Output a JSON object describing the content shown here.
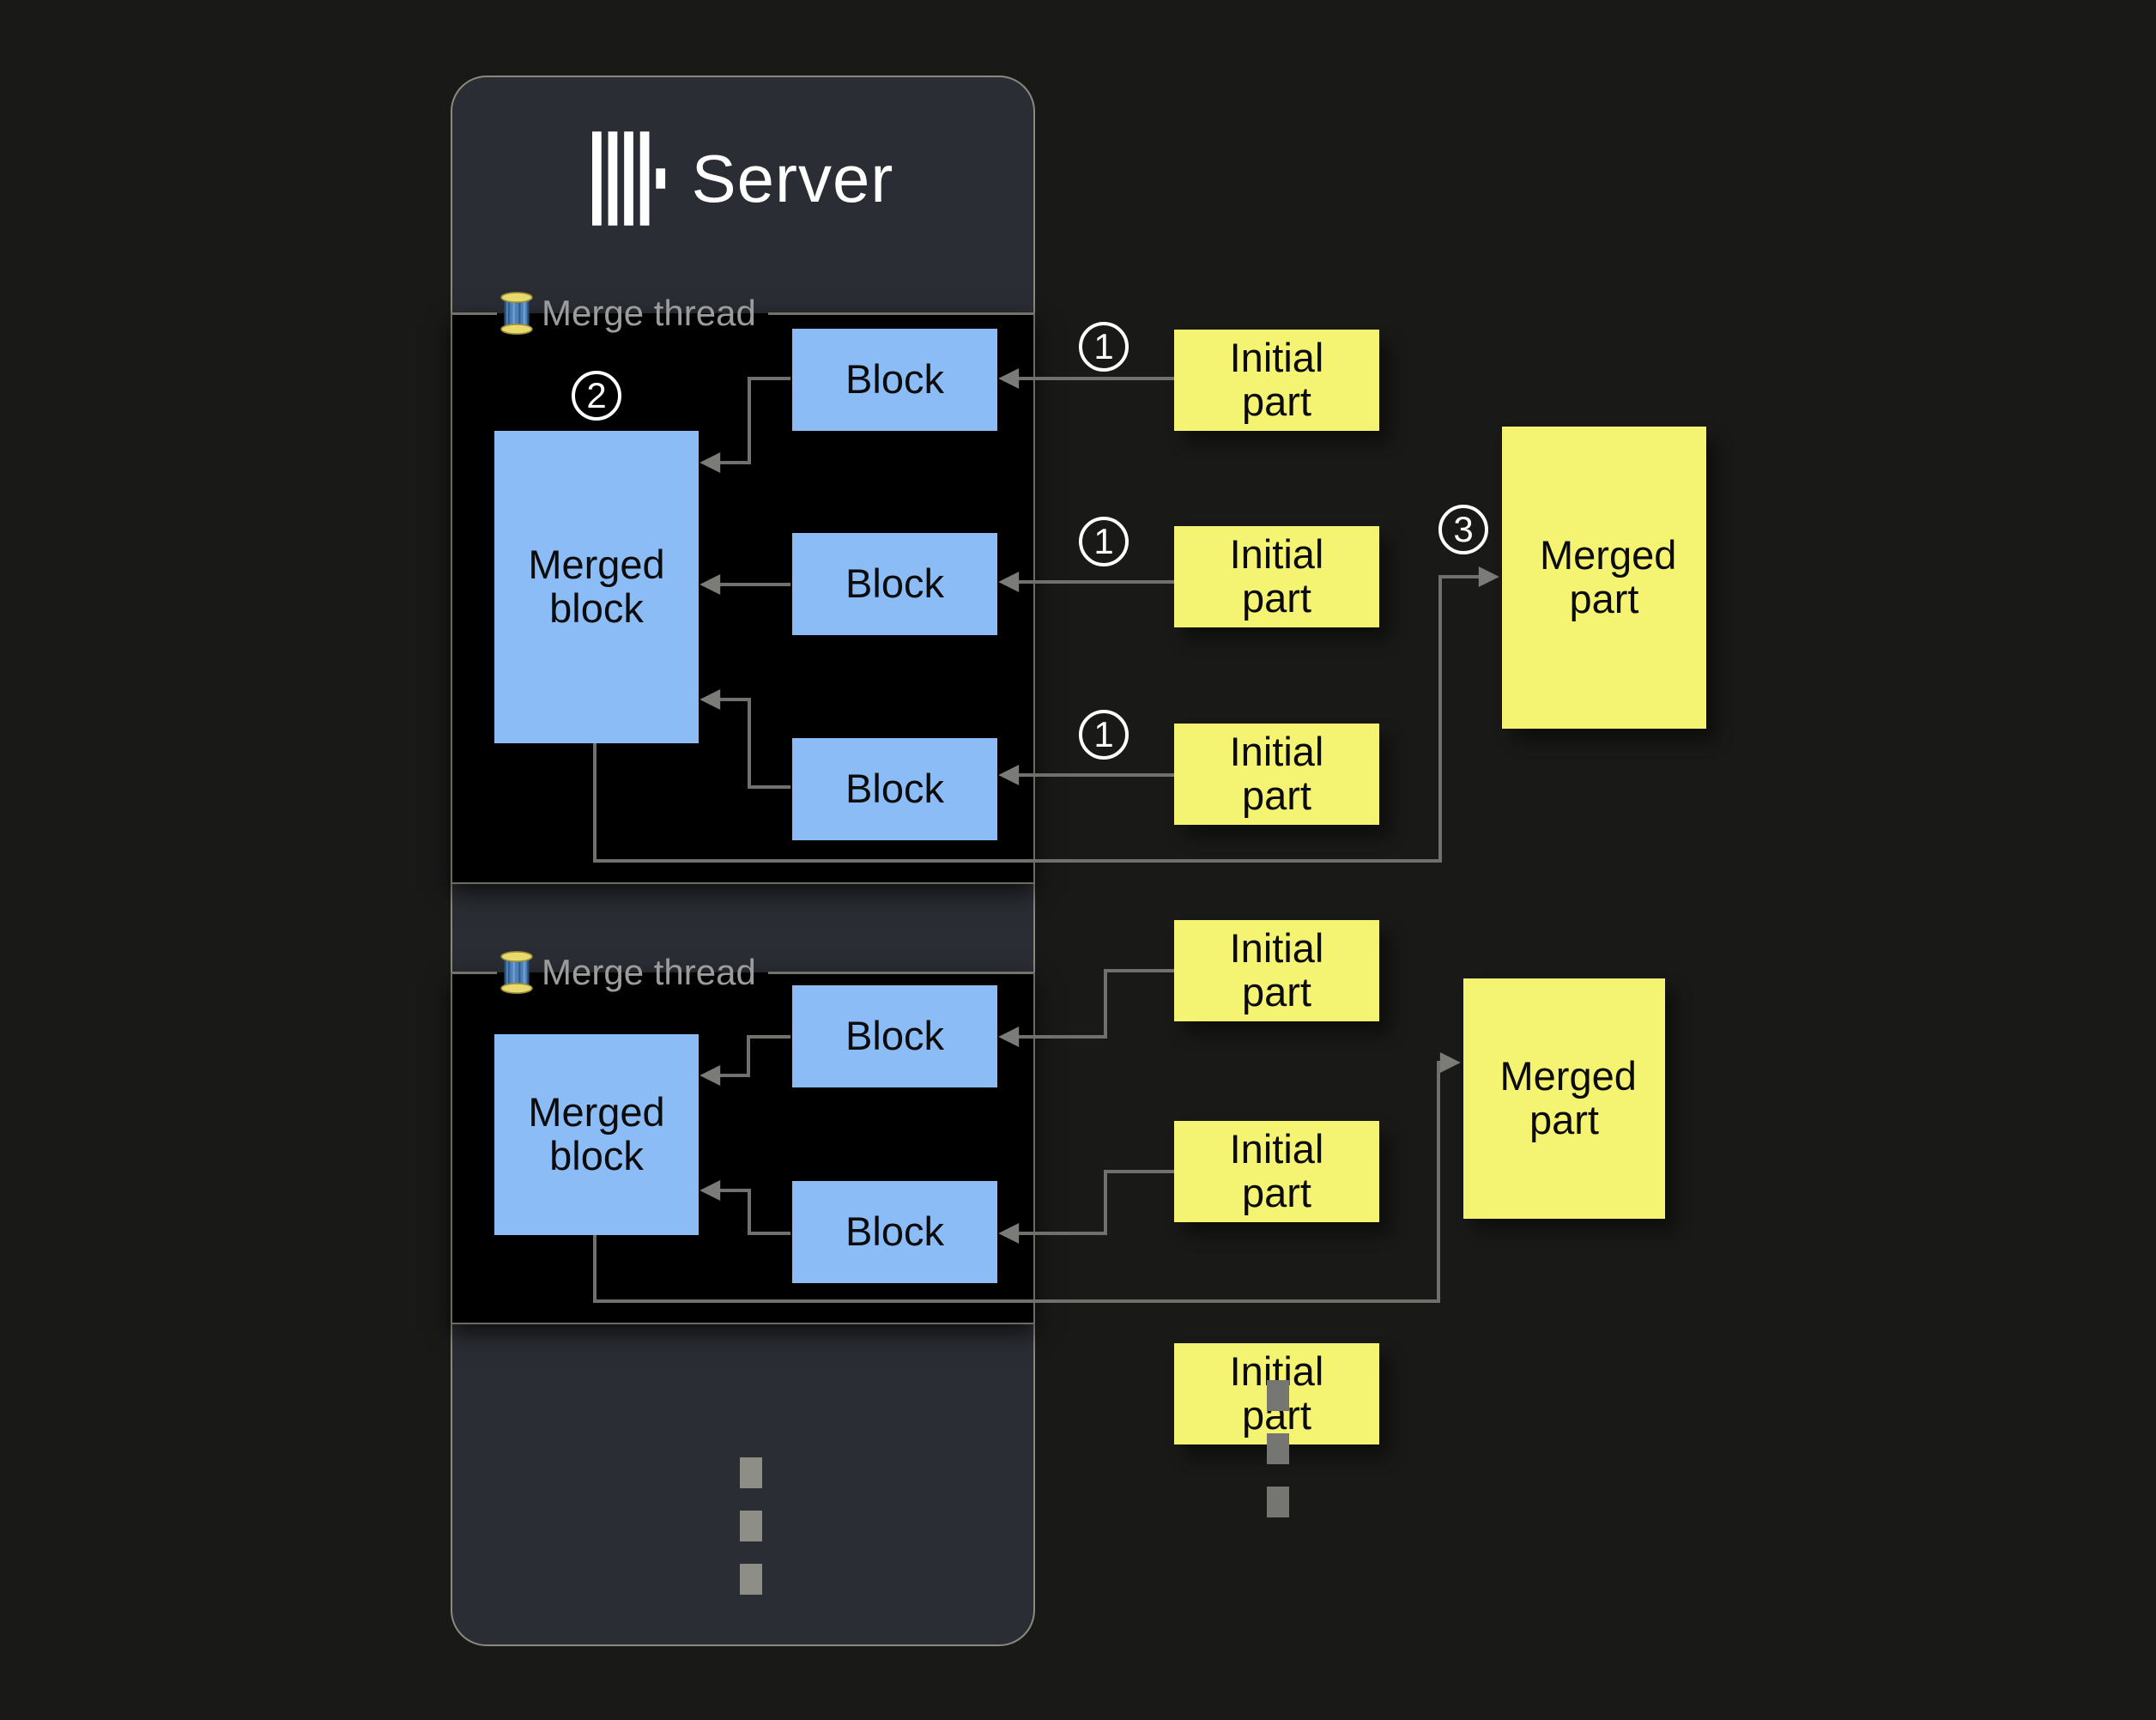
{
  "window": {
    "title": "Server"
  },
  "colors": {
    "bg": "#191918",
    "panel": "#2a2d33",
    "blue": "#8bbcf6",
    "yellow": "#f4f472",
    "line": "#70706c",
    "label_gray": "#9c9c9c"
  },
  "icons": {
    "logo": "clickhouse-bars-logo",
    "thread": "thread-spool-icon"
  },
  "sections": [
    {
      "thread_label": "Merge thread",
      "merged_block": "Merged block",
      "blocks": [
        "Block",
        "Block",
        "Block"
      ],
      "initial_parts": [
        "Initial part",
        "Initial part",
        "Initial part"
      ],
      "merged_part": "Merged part",
      "step_markers": {
        "ingest": "1",
        "merge": "2",
        "publish": "3"
      }
    },
    {
      "thread_label": "Merge thread",
      "merged_block": "Merged block",
      "blocks": [
        "Block",
        "Block"
      ],
      "initial_parts": [
        "Initial part",
        "Initial part",
        "Initial part"
      ],
      "merged_part": "Merged part"
    }
  ]
}
